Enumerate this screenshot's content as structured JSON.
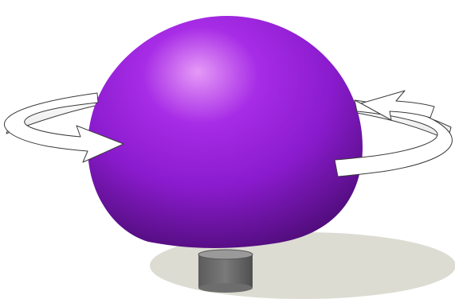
{
  "colors": {
    "background": "#ffffff",
    "sphere_highlight": "#e69af7",
    "sphere_base": "#a72ce6",
    "sphere_mid": "#8a1bcd",
    "sphere_shadow": "#4e0c78",
    "ground_shadow": "#dcdcd3",
    "base_side": "#6d6d6d",
    "base_top": "#9a9a9a",
    "arrow_fill": "#ffffff",
    "arrow_shade": "#e9e9e9",
    "arrow_stroke": "#3a3a3a"
  },
  "scene": {
    "objects": [
      "rotating-sphere",
      "cylindrical-base",
      "ground-shadow",
      "rotation-arrow-left",
      "rotation-arrow-right"
    ],
    "rotation_axis": "vertical"
  }
}
